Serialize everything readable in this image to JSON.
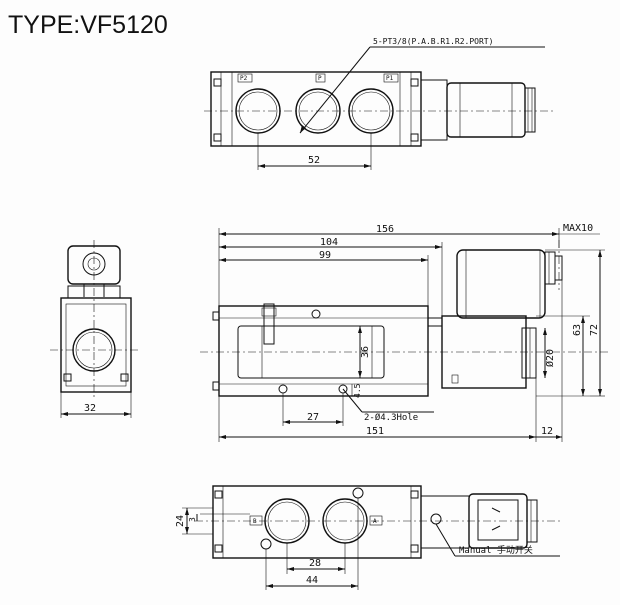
{
  "title": "TYPE:VF5120",
  "top_view": {
    "port_callout": "5-PT3/8(P.A.B.R1.R2.PORT)",
    "port_labels": [
      "P2",
      "P",
      "P1"
    ],
    "dim_pitch": "52"
  },
  "front_view": {
    "dim_overall": "156",
    "dim_body_a": "104",
    "dim_body_b": "99",
    "dim_max": "MAX10",
    "dim_height_a": "36",
    "dim_height_b": "4.5",
    "dim_hole_pitch": "27",
    "hole_callout": "2-Ø4.3Hole",
    "dim_base": "151",
    "dim_tail": "12",
    "dim_coil": "Ø20",
    "dim_h63": "63",
    "dim_h72": "72"
  },
  "side_view": {
    "dim_width": "32"
  },
  "bottom_view": {
    "dim_24": "24",
    "dim_3": "3",
    "dim_28": "28",
    "dim_44": "44",
    "manual_label": "Manual 手动开关",
    "port_labels": [
      "B",
      "A"
    ]
  }
}
